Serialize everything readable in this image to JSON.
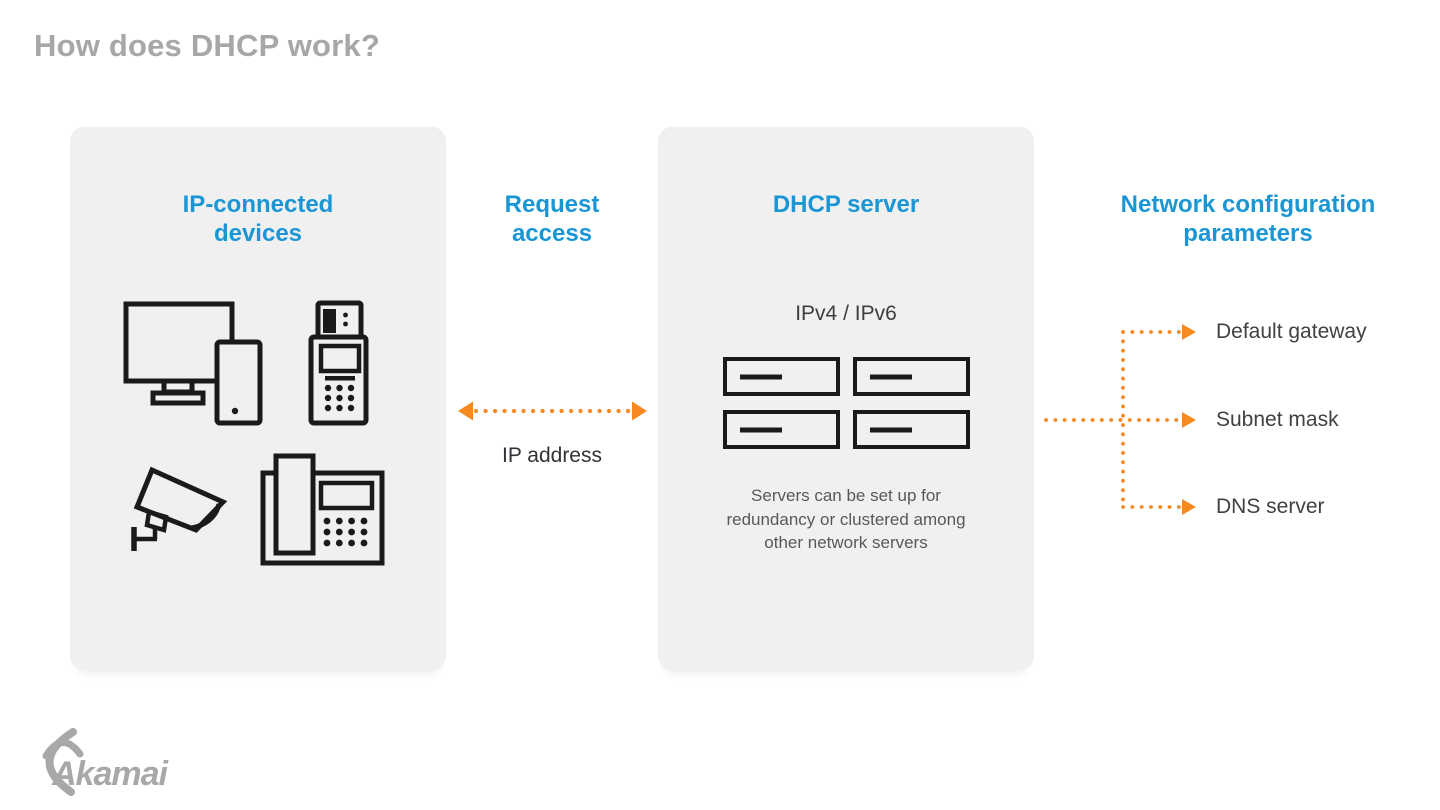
{
  "title": "How does DHCP work?",
  "brand": {
    "name": "Akamai"
  },
  "colors": {
    "accent_blue": "#1a96d4",
    "accent_orange": "#f6891f",
    "panel_gray": "#f0f0f1",
    "title_gray": "#a6a7a9",
    "icon_black": "#1a1a1a",
    "logo_gray": "#a8a8a8"
  },
  "columns": {
    "devices": {
      "heading": "IP-connected devices",
      "icons": [
        "monitor-icon",
        "smartphone-icon",
        "pos-terminal-icon",
        "security-camera-icon",
        "desk-phone-icon"
      ]
    },
    "request": {
      "heading": "Request access",
      "arrow_label": "IP address",
      "arrow_direction": "bidirectional"
    },
    "server": {
      "heading": "DHCP server",
      "protocols": "IPv4 / IPv6",
      "icon": "server-rack-icon",
      "caption": [
        "Servers can be set up for",
        "redundancy or clustered among",
        "other network servers"
      ]
    },
    "parameters": {
      "heading": "Network configuration parameters",
      "items": [
        "Default gateway",
        "Subnet mask",
        "DNS server"
      ]
    }
  }
}
